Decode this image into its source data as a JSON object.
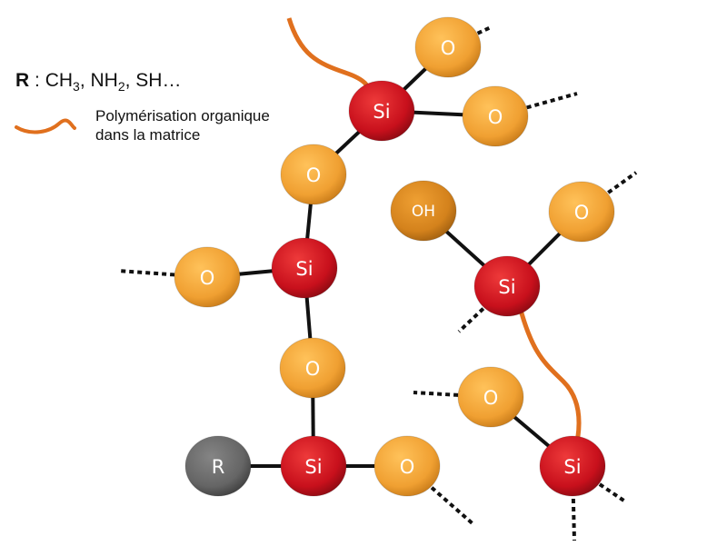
{
  "legend": {
    "r_symbol": "R",
    "r_separator": " : ",
    "r_groups": [
      "CH",
      "3",
      ", NH",
      "2",
      ", SH…"
    ],
    "polymer_line1": "Polymérisation organique",
    "polymer_line2": "dans la matrice"
  },
  "colors": {
    "silicon": "#d0202a",
    "oxygen": "#f2a33a",
    "hydroxyl": "#d8861f",
    "r_group": "#6b6b6b",
    "organic_chain": "#e0701e",
    "bond": "#111111"
  },
  "atoms": [
    {
      "label": "Si",
      "type": "silicon"
    },
    {
      "label": "O",
      "type": "oxygen"
    },
    {
      "label": "O",
      "type": "oxygen"
    },
    {
      "label": "O",
      "type": "oxygen"
    },
    {
      "label": "Si",
      "type": "silicon"
    },
    {
      "label": "O",
      "type": "oxygen"
    },
    {
      "label": "O",
      "type": "oxygen"
    },
    {
      "label": "Si",
      "type": "silicon"
    },
    {
      "label": "R",
      "type": "r_group"
    },
    {
      "label": "O",
      "type": "oxygen"
    },
    {
      "label": "OH",
      "type": "hydroxyl"
    },
    {
      "label": "O",
      "type": "oxygen"
    },
    {
      "label": "Si",
      "type": "silicon"
    },
    {
      "label": "O",
      "type": "oxygen"
    },
    {
      "label": "Si",
      "type": "silicon"
    }
  ]
}
